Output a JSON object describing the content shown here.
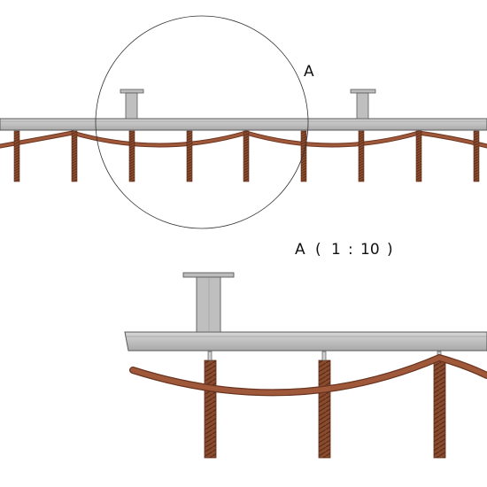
{
  "callout": {
    "label": "A"
  },
  "detail": {
    "letter": "A",
    "open_paren": "(",
    "scale_num": "1",
    "colon": ":",
    "scale_den": "10",
    "close_paren": ")"
  },
  "colors": {
    "steel_face": "#c8c8c8",
    "steel_edge": "#5a5a5a",
    "rod": "#8a4a2e",
    "rod_dark": "#5a2e1a",
    "rope": "#a0583a",
    "rope_dark": "#6a3520",
    "line": "#111111"
  }
}
